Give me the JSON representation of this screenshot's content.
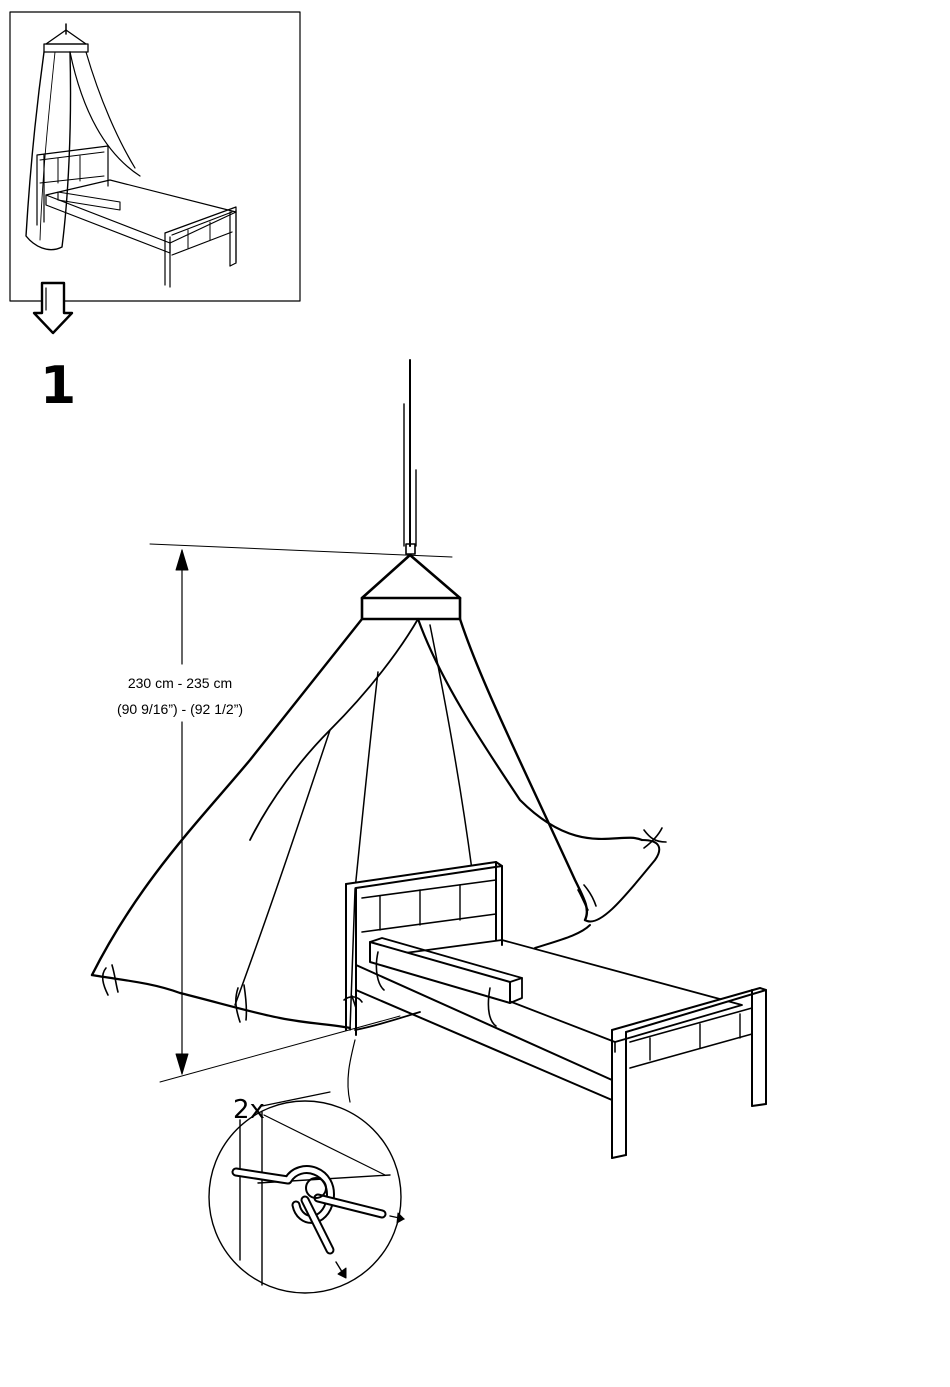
{
  "step": {
    "number": "1"
  },
  "dimension": {
    "metric": "230 cm - 235 cm",
    "imperial": "(90 9/16”) - (92 1/2”)"
  },
  "detail": {
    "quantity": "2x"
  },
  "icons": {
    "next_arrow": "down-arrow-icon"
  }
}
